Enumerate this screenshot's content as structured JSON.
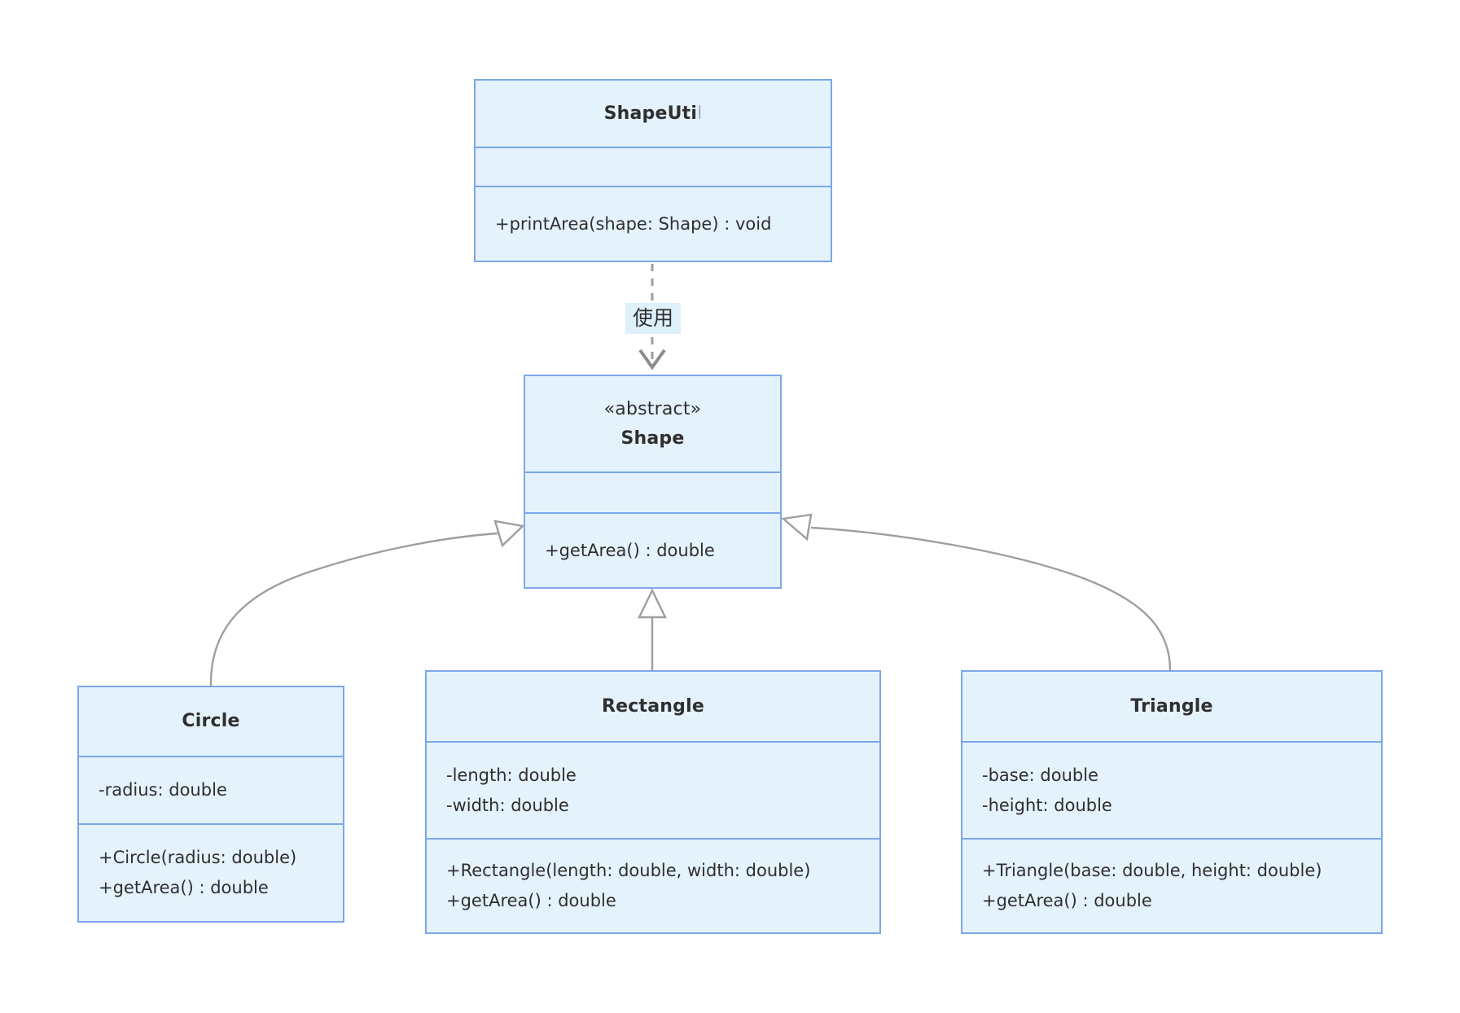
{
  "diagram": {
    "type": "uml-class-diagram",
    "classes": [
      {
        "id": "shapeutil",
        "name": "ShapeUtil",
        "name_visible": "ShapeUti",
        "name_clipped": "l",
        "annotation": "",
        "attributes": [],
        "methods": [
          "+printArea(shape: Shape) : void"
        ]
      },
      {
        "id": "shape",
        "name": "Shape",
        "annotation": "«abstract»",
        "attributes": [],
        "methods": [
          "+getArea() : double"
        ]
      },
      {
        "id": "circle",
        "name": "Circle",
        "annotation": "",
        "attributes": [
          "-radius: double"
        ],
        "methods": [
          "+Circle(radius: double)",
          "+getArea() : double"
        ]
      },
      {
        "id": "rectangle",
        "name": "Rectangle",
        "annotation": "",
        "attributes": [
          "-length: double",
          "-width: double"
        ],
        "methods": [
          "+Rectangle(length: double, width: double)",
          "+getArea() : double"
        ]
      },
      {
        "id": "triangle",
        "name": "Triangle",
        "annotation": "",
        "attributes": [
          "-base: double",
          "-height: double"
        ],
        "methods": [
          "+Triangle(base: double, height: double)",
          "+getArea() : double"
        ]
      }
    ],
    "edges": [
      {
        "from": "ShapeUtil",
        "to": "Shape",
        "type": "dependency",
        "style": "dashed",
        "label": "使用"
      },
      {
        "from": "Circle",
        "to": "Shape",
        "type": "inheritance",
        "style": "solid",
        "label": ""
      },
      {
        "from": "Rectangle",
        "to": "Shape",
        "type": "inheritance",
        "style": "solid",
        "label": ""
      },
      {
        "from": "Triangle",
        "to": "Shape",
        "type": "inheritance",
        "style": "solid",
        "label": ""
      }
    ],
    "colors": {
      "box_fill": "#E4F2FC",
      "box_border": "#7CA7E8",
      "edge_line": "#9E9E9E",
      "text": "#2F2F2F",
      "label_bg": "#DEF0FA",
      "background": "#FFFFFF"
    }
  }
}
